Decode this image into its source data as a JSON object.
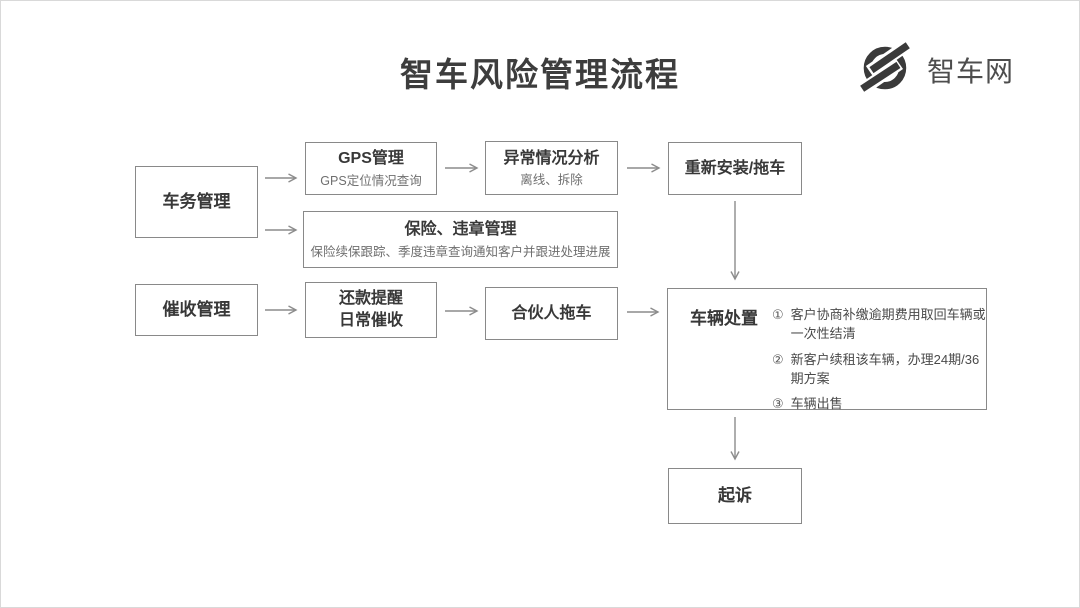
{
  "title": "智车风险管理流程",
  "logo": {
    "text": "智车网",
    "icon": "zhiche-logo-icon"
  },
  "colors": {
    "box_border": "#898989",
    "title_text": "#3d3d3d",
    "subtitle_text": "#6f6f6f",
    "arrow": "#8c8c8c",
    "logo_color": "#3a3a3a"
  },
  "boxes": {
    "vehicle_mgmt": {
      "title": "车务管理"
    },
    "gps": {
      "title": "GPS管理",
      "subtitle": "GPS定位情况查询"
    },
    "abnormal": {
      "title": "异常情况分析",
      "subtitle": "离线、拆除"
    },
    "reinstall": {
      "title": "重新安装/拖车"
    },
    "insurance": {
      "title": "保险、违章管理",
      "subtitle": "保险续保跟踪、季度违章查询通知客户并跟进处理进展"
    },
    "collection": {
      "title": "催收管理"
    },
    "repayment": {
      "title_line1": "还款提醒",
      "title_line2": "日常催收"
    },
    "partner_tow": {
      "title": "合伙人拖车"
    },
    "disposal": {
      "title": "车辆处置",
      "items": [
        {
          "marker": "①",
          "text": "客户协商补缴逾期费用取回车辆或一次性结清"
        },
        {
          "marker": "②",
          "text": "新客户续租该车辆，办理24期/36期方案"
        },
        {
          "marker": "③",
          "text": "车辆出售"
        }
      ]
    },
    "lawsuit": {
      "title": "起诉"
    }
  }
}
